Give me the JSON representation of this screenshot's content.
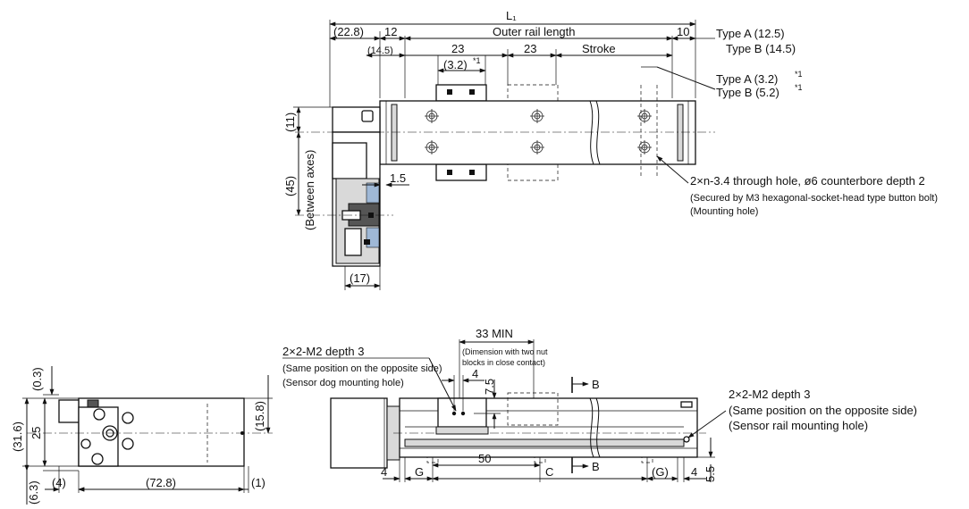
{
  "top_view": {
    "L1": "L₁",
    "dim_22_8": "(22.8)",
    "dim_12": "12",
    "outer_rail_length": "Outer rail length",
    "dim_10": "10",
    "type_a_12_5": "Type A (12.5)",
    "type_b_14_5": "Type B (14.5)",
    "dim_14_5": "(14.5)",
    "dim_23_a": "23",
    "dim_23_b": "23",
    "stroke": "Stroke",
    "dim_3_2": "(3.2)",
    "note_mark": "*1",
    "type_a_3_2": "Type A (3.2)",
    "type_b_5_2": "Type B (5.2)",
    "dim_11": "(11)",
    "dim_45": "(45)",
    "between_axes": "(Between axes)",
    "dim_1_5": "1.5",
    "dim_17": "(17)",
    "hole_note": "2×n-3.4 through hole, ø6 counterbore depth 2",
    "hole_note_2": "(Secured by M3 hexagonal-socket-head type button bolt)",
    "hole_note_3": "(Mounting hole)"
  },
  "side_view": {
    "dim_0_3": "(0.3)",
    "dim_31_6": "(31.6)",
    "dim_25": "25",
    "dim_6_3": "(6.3)",
    "dim_4": "(4)",
    "dim_72_8": "(72.8)",
    "dim_1": "(1)",
    "dim_15_8": "(15.8)"
  },
  "front_view": {
    "m2_left": "2×2-M2 depth 3",
    "m2_left_2": "(Same position on the opposite side)",
    "m2_left_3": "(Sensor dog mounting hole)",
    "min_33": "33 MIN",
    "min_note_1": "(Dimension with two nut",
    "min_note_2": "blocks in close contact)",
    "dim_4_top": "4",
    "dim_7_5": "7.5",
    "section_b_top": "B",
    "section_b_bottom": "B",
    "m2_right": "2×2-M2 depth 3",
    "m2_right_2": "(Same position on the opposite side)",
    "m2_right_3": "(Sensor rail mounting hole)",
    "dim_4_left": "4",
    "G_left": "G",
    "dim_50": "50",
    "C": "C",
    "G_right": "(G)",
    "dim_4_right": "4",
    "dim_5_5": "5.5"
  }
}
